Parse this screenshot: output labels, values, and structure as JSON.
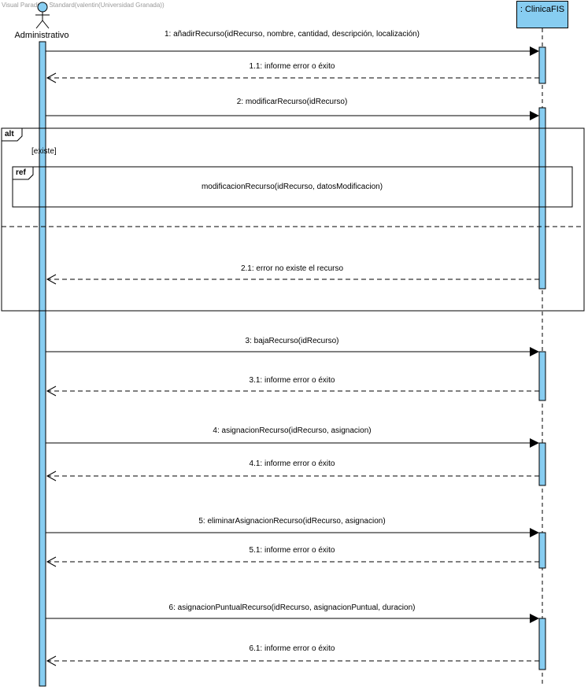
{
  "watermark": "Visual Paradigm Standard(valentin(Universidad Granada))",
  "actor": {
    "name": "Administrativo"
  },
  "lifeline": {
    "name": ": ClinicaFIS"
  },
  "colors": {
    "activation": "#87cdf1",
    "line": "#000000"
  },
  "frames": {
    "alt": {
      "tag": "alt",
      "guard": "[existe]"
    },
    "ref": {
      "tag": "ref",
      "text": "modificacionRecurso(idRecurso, datosModificacion)"
    }
  },
  "messages": [
    {
      "label": "1:  añadirRecurso(idRecurso, nombre, cantidad, descripción, localización)",
      "kind": "call"
    },
    {
      "label": "1.1: informe error o éxito",
      "kind": "return"
    },
    {
      "label": "2: modificarRecurso(idRecurso)",
      "kind": "call"
    },
    {
      "label": "2.1: error no existe el recurso",
      "kind": "return"
    },
    {
      "label": "3: bajaRecurso(idRecurso)",
      "kind": "call"
    },
    {
      "label": "3.1: informe error o éxito",
      "kind": "return"
    },
    {
      "label": "4: asignacionRecurso(idRecurso, asignacion)",
      "kind": "call"
    },
    {
      "label": "4.1: informe error o éxito",
      "kind": "return"
    },
    {
      "label": "5: eliminarAsignacionRecurso(idRecurso, asignacion)",
      "kind": "call"
    },
    {
      "label": "5.1: informe error o éxito",
      "kind": "return"
    },
    {
      "label": "6: asignacionPuntualRecurso(idRecurso, asignacionPuntual, duracion)",
      "kind": "call"
    },
    {
      "label": "6.1: informe error o éxito",
      "kind": "return"
    }
  ]
}
